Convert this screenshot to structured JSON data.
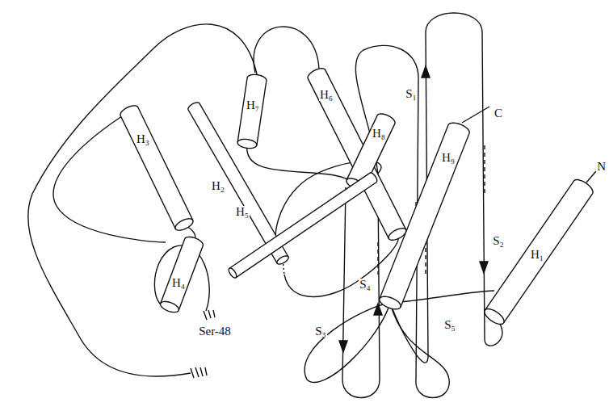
{
  "diagram": {
    "labels": [
      "H₇",
      "H₆",
      "S₁",
      "C",
      "H₈",
      "H₉",
      "S₂",
      "N",
      "H₃",
      "H₂",
      "H₅",
      "Ser-48",
      "S₄",
      "H₄",
      "H₁",
      "S₃",
      "S₅"
    ]
  }
}
